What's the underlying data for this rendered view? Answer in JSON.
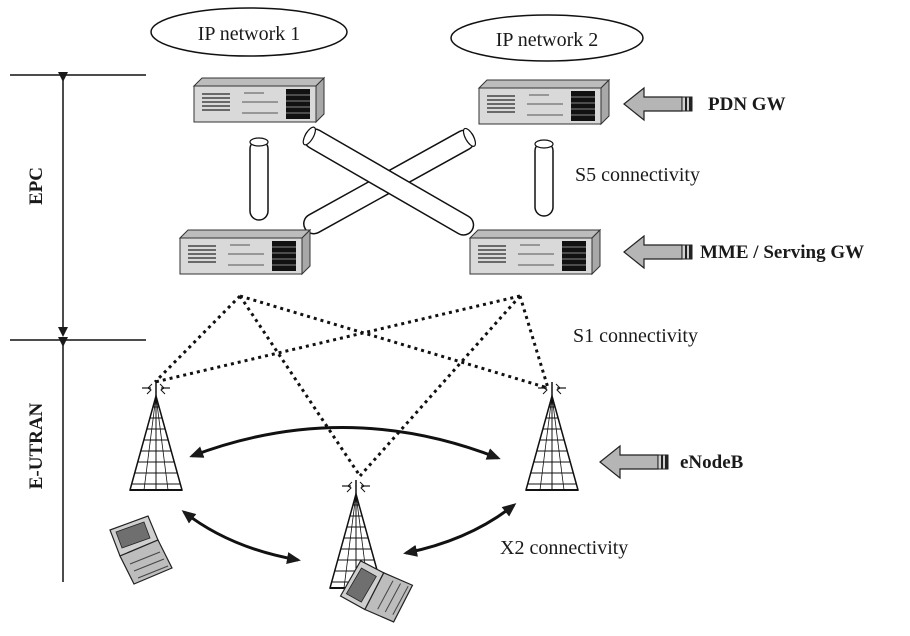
{
  "clouds": {
    "network1": "IP network 1",
    "network2": "IP network 2"
  },
  "domains": {
    "epc": "EPC",
    "eutran": "E-UTRAN"
  },
  "pointers": {
    "pdn_gw": "PDN GW",
    "mme_sgw": "MME / Serving GW",
    "enodeb": "eNodeB"
  },
  "connectivity": {
    "s5": "S5 connectivity",
    "s1": "S1 connectivity",
    "x2": "X2 connectivity"
  },
  "colors": {
    "server_body": "#d8d8d8",
    "server_top": "#bdbdbd",
    "arrow_fill": "#b5b5b5",
    "line": "#1a1a1a"
  }
}
